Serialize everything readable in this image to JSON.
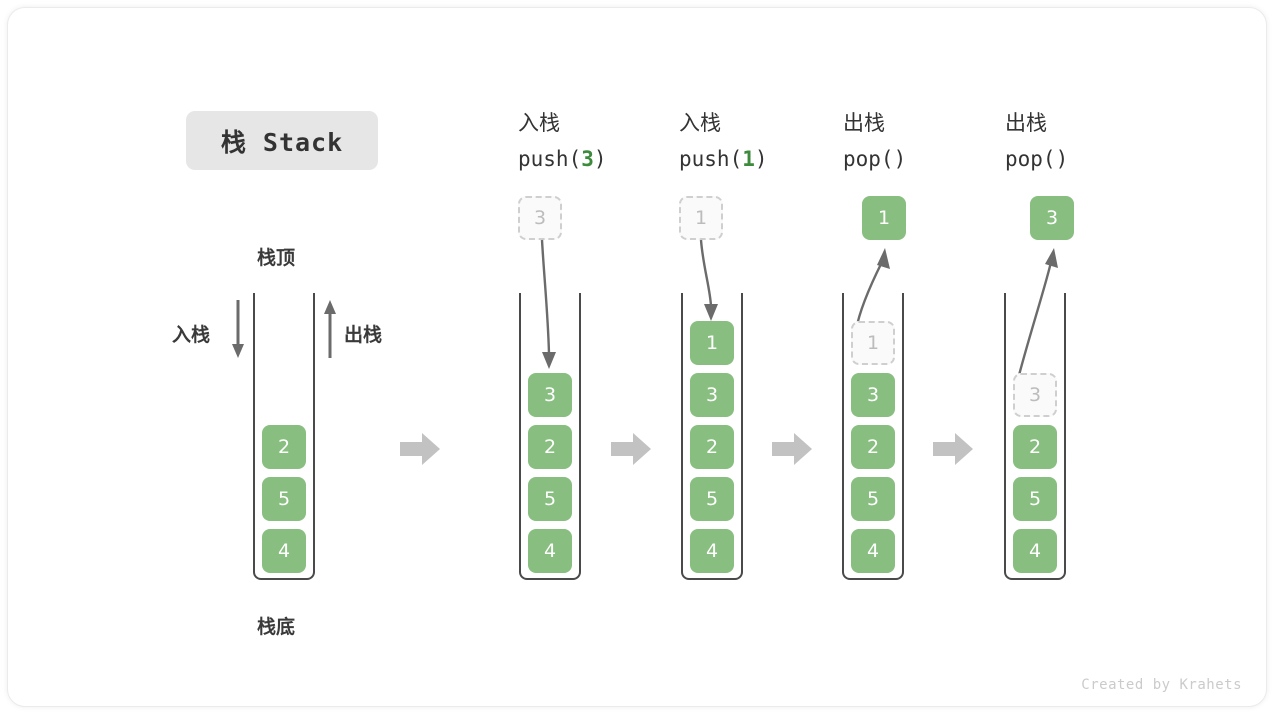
{
  "title_badge": {
    "label": "栈 Stack"
  },
  "diagram": {
    "top_label": "栈顶",
    "bottom_label": "栈底",
    "push_side_label": "入栈",
    "pop_side_label": "出栈"
  },
  "stages": [
    {
      "id": "initial",
      "head_cn": "",
      "head_code_pre": "",
      "head_code_num": "",
      "head_code_post": "",
      "stack": [
        "2",
        "5",
        "4"
      ],
      "ghost_in_stack": null,
      "floating_box": null,
      "floating_kind": null
    },
    {
      "id": "push-3",
      "head_cn": "入栈",
      "head_code_pre": "push(",
      "head_code_num": "3",
      "head_code_post": ")",
      "stack": [
        "3",
        "2",
        "5",
        "4"
      ],
      "ghost_in_stack": null,
      "floating_box": "3",
      "floating_kind": "ghost"
    },
    {
      "id": "push-1",
      "head_cn": "入栈",
      "head_code_pre": "push(",
      "head_code_num": "1",
      "head_code_post": ")",
      "stack": [
        "1",
        "3",
        "2",
        "5",
        "4"
      ],
      "ghost_in_stack": null,
      "floating_box": "1",
      "floating_kind": "ghost"
    },
    {
      "id": "pop-1",
      "head_cn": "出栈",
      "head_code_pre": "pop(",
      "head_code_num": "",
      "head_code_post": ")",
      "stack": [
        "3",
        "2",
        "5",
        "4"
      ],
      "ghost_in_stack": "1",
      "floating_box": "1",
      "floating_kind": "solid"
    },
    {
      "id": "pop-3",
      "head_cn": "出栈",
      "head_code_pre": "pop(",
      "head_code_num": "",
      "head_code_post": ")",
      "stack": [
        "2",
        "5",
        "4"
      ],
      "ghost_in_stack": "3",
      "floating_box": "3",
      "floating_kind": "solid"
    }
  ],
  "colors": {
    "box_green": "#88bf80",
    "ghost_border": "#cfcfcf",
    "ghost_fill": "#fafafa",
    "stack_border": "#4a4a4a",
    "arrow_gray": "#c2c2c2",
    "curve_gray": "#6b6b6b",
    "badge_bg": "#e6e6e6",
    "accent_green_text": "#3c8a3c"
  },
  "footer": {
    "credit": "Created by Krahets"
  }
}
